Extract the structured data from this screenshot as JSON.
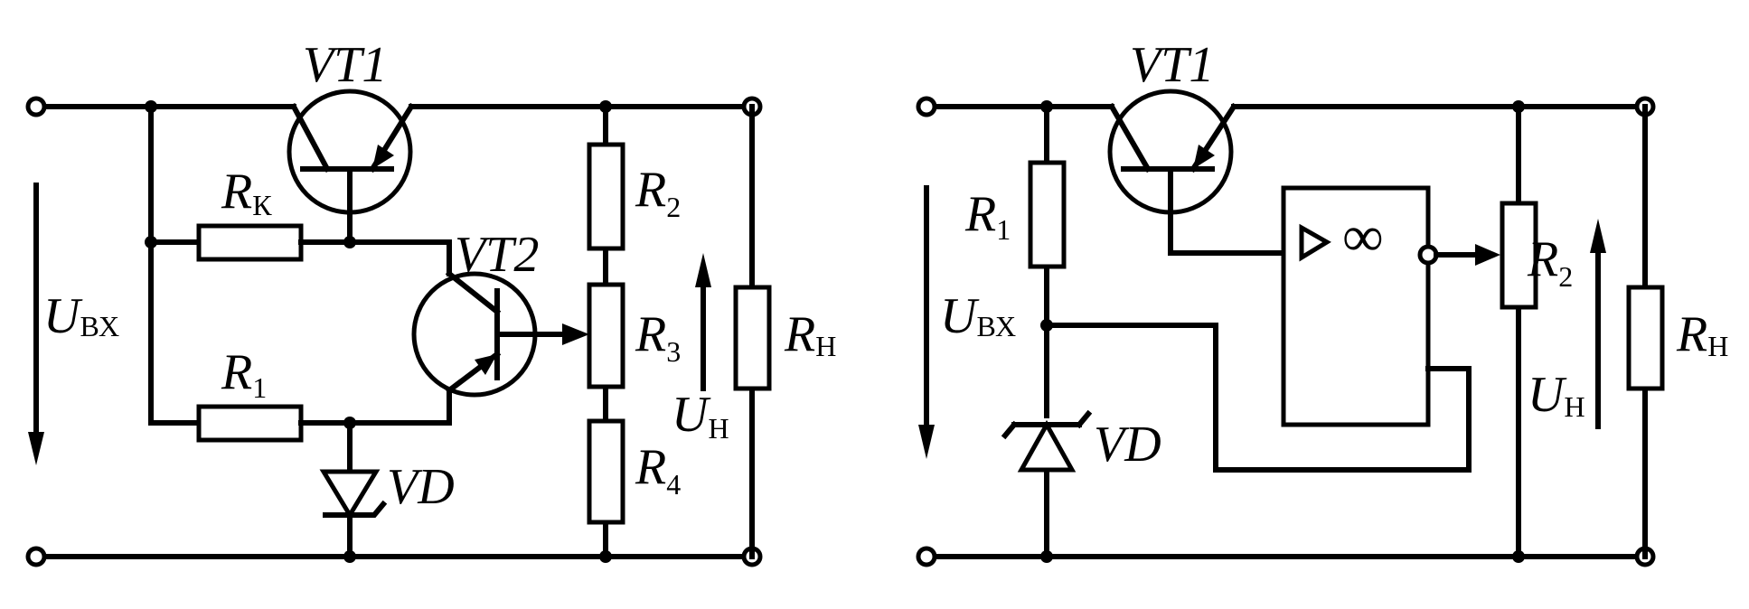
{
  "left_circuit": {
    "vt1": "VT1",
    "vt2": "VT2",
    "rk": {
      "main": "R",
      "sub": "К"
    },
    "r1": {
      "main": "R",
      "sub": "1"
    },
    "r2": {
      "main": "R",
      "sub": "2"
    },
    "r3": {
      "main": "R",
      "sub": "3"
    },
    "r4": {
      "main": "R",
      "sub": "4"
    },
    "rn": {
      "main": "R",
      "sub": "Н"
    },
    "vd": "VD",
    "u_in": {
      "main": "U",
      "sub": "ВХ"
    },
    "u_out": {
      "main": "U",
      "sub": "Н"
    }
  },
  "right_circuit": {
    "vt1": "VT1",
    "r1": {
      "main": "R",
      "sub": "1"
    },
    "r2": {
      "main": "R",
      "sub": "2"
    },
    "rn": {
      "main": "R",
      "sub": "Н"
    },
    "vd": "VD",
    "opamp_symbol": "∞",
    "u_in": {
      "main": "U",
      "sub": "ВХ"
    },
    "u_out": {
      "main": "U",
      "sub": "Н"
    }
  }
}
